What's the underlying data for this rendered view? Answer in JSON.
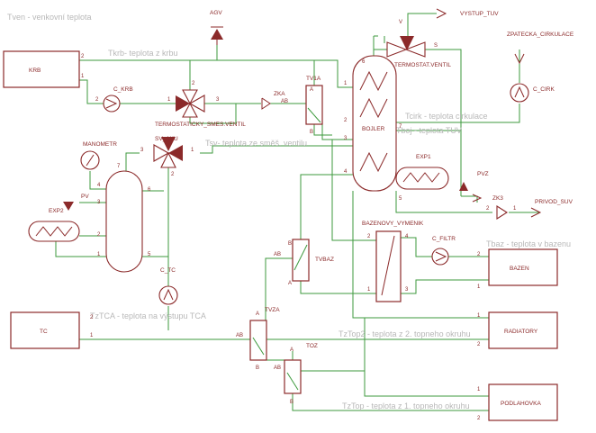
{
  "notes": {
    "tven": "Tven - venkovní teplota",
    "tkrb": "Tkrb- teplota z krbu",
    "tsv": "Tsv- teplota ze směš. ventilu",
    "tcirk": "Tcirk - teplota cirkulace",
    "tboj": "Tboj - teplota TUV",
    "tbaz": "Tbaz - teplota v bazenu",
    "tztca": "TzTCA - teplota na výstupu TCA",
    "tztop2": "TzTop2 - teplota z 2. topneho okruhu",
    "tztop": "TzTop - teplota z 1. topneho okruhu"
  },
  "components": {
    "krb": "KRB",
    "tc": "TC",
    "bazen": "BAZEN",
    "radiatory": "RADIATORY",
    "podlahovka": "PODLAHOVKA",
    "agv": "AGV",
    "vystup_tuv": "VYSTUP_TUV",
    "zpatecka": "ZPATECKA_CIRKULACE",
    "c_cirk": "C_CIRK",
    "termostat_ventil": "TERMOSTAT.VENTIL",
    "c_krb": "C_KRB",
    "termo_smes": "TERMOSTATICKY_SMES.VENTIL",
    "zka": "ZKA",
    "tv1a": "TV1A",
    "bojler": "BOJLER",
    "manometr": "MANOMETR",
    "sv_aku": "SV_AKU",
    "pv": "PV",
    "exp2": "EXP2",
    "exp1": "EXP1",
    "pvz": "PVZ",
    "zk3": "ZK3",
    "privod_suv": "PRIVOD_SUV",
    "bazenovy_vymenik": "BAZENOVY_VYMENIK",
    "c_filtr": "C_FILTR",
    "tvbaz": "TVBAZ",
    "c_tc": "C_TC",
    "tvza": "TVZA",
    "toz": "TOZ"
  },
  "pins": {
    "p1": "1",
    "p2": "2",
    "p3": "3",
    "p4": "4",
    "p5": "5",
    "p6": "6",
    "p7": "7",
    "pA": "A",
    "pB": "B",
    "pAB": "AB",
    "pV": "V",
    "pS": "S"
  },
  "colors": {
    "component": "#8b2a2a",
    "wire": "#3d9a3d",
    "note": "#b8b8b8"
  }
}
